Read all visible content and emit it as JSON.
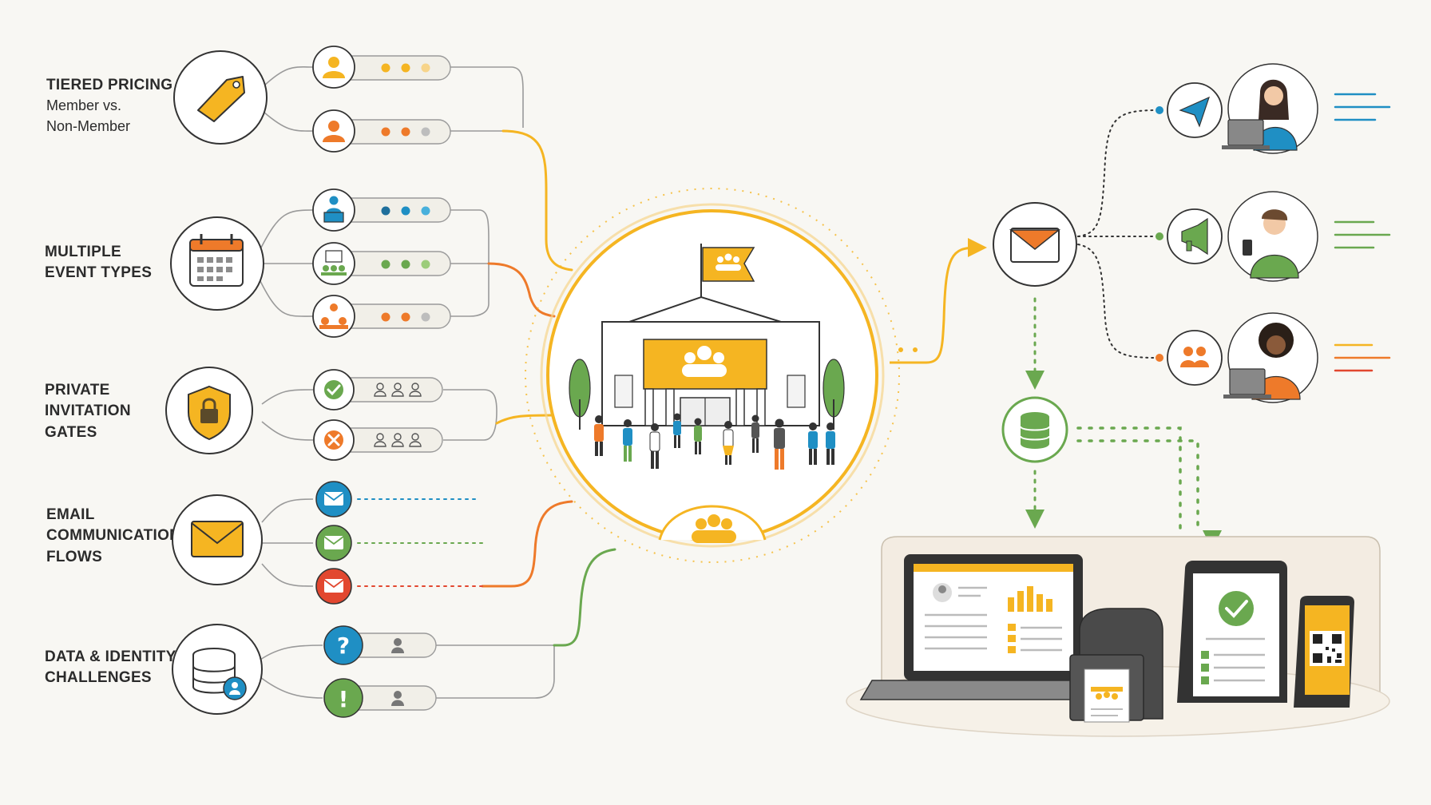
{
  "features": [
    {
      "id": "tiered-pricing",
      "lines": [
        "TIERED PRICING"
      ],
      "sub": [
        "Member vs.",
        "Non-Member"
      ]
    },
    {
      "id": "event-types",
      "lines": [
        "MULTIPLE",
        "EVENT TYPES"
      ],
      "sub": []
    },
    {
      "id": "invitation-gates",
      "lines": [
        "PRIVATE",
        "INVITATION",
        "GATES"
      ],
      "sub": []
    },
    {
      "id": "email-flows",
      "lines": [
        "EMAIL",
        "COMMUNICATION",
        "FLOWS"
      ],
      "sub": []
    },
    {
      "id": "data-identity",
      "lines": [
        "DATA & IDENTITY",
        "CHALLENGES"
      ],
      "sub": []
    }
  ],
  "icons": {
    "pricing": "price-tag-icon",
    "calendar": "calendar-icon",
    "shield": "shield-lock-icon",
    "envelope": "envelope-icon",
    "database": "database-user-icon",
    "hub": "venue-building-icon",
    "send": "paper-plane-icon",
    "megaphone": "megaphone-icon",
    "group": "group-icon",
    "qr": "qr-code-icon",
    "check": "check-icon",
    "close": "close-icon",
    "question": "question-icon",
    "alert": "alert-icon"
  },
  "colors": {
    "yellow": "#f5b522",
    "orange": "#ee7a2a",
    "blue": "#1f8fc4",
    "green": "#6aa84f",
    "red": "#e2472f",
    "ink": "#2b2b2b",
    "line": "#9a9a9a",
    "paper": "#f8f7f3"
  }
}
